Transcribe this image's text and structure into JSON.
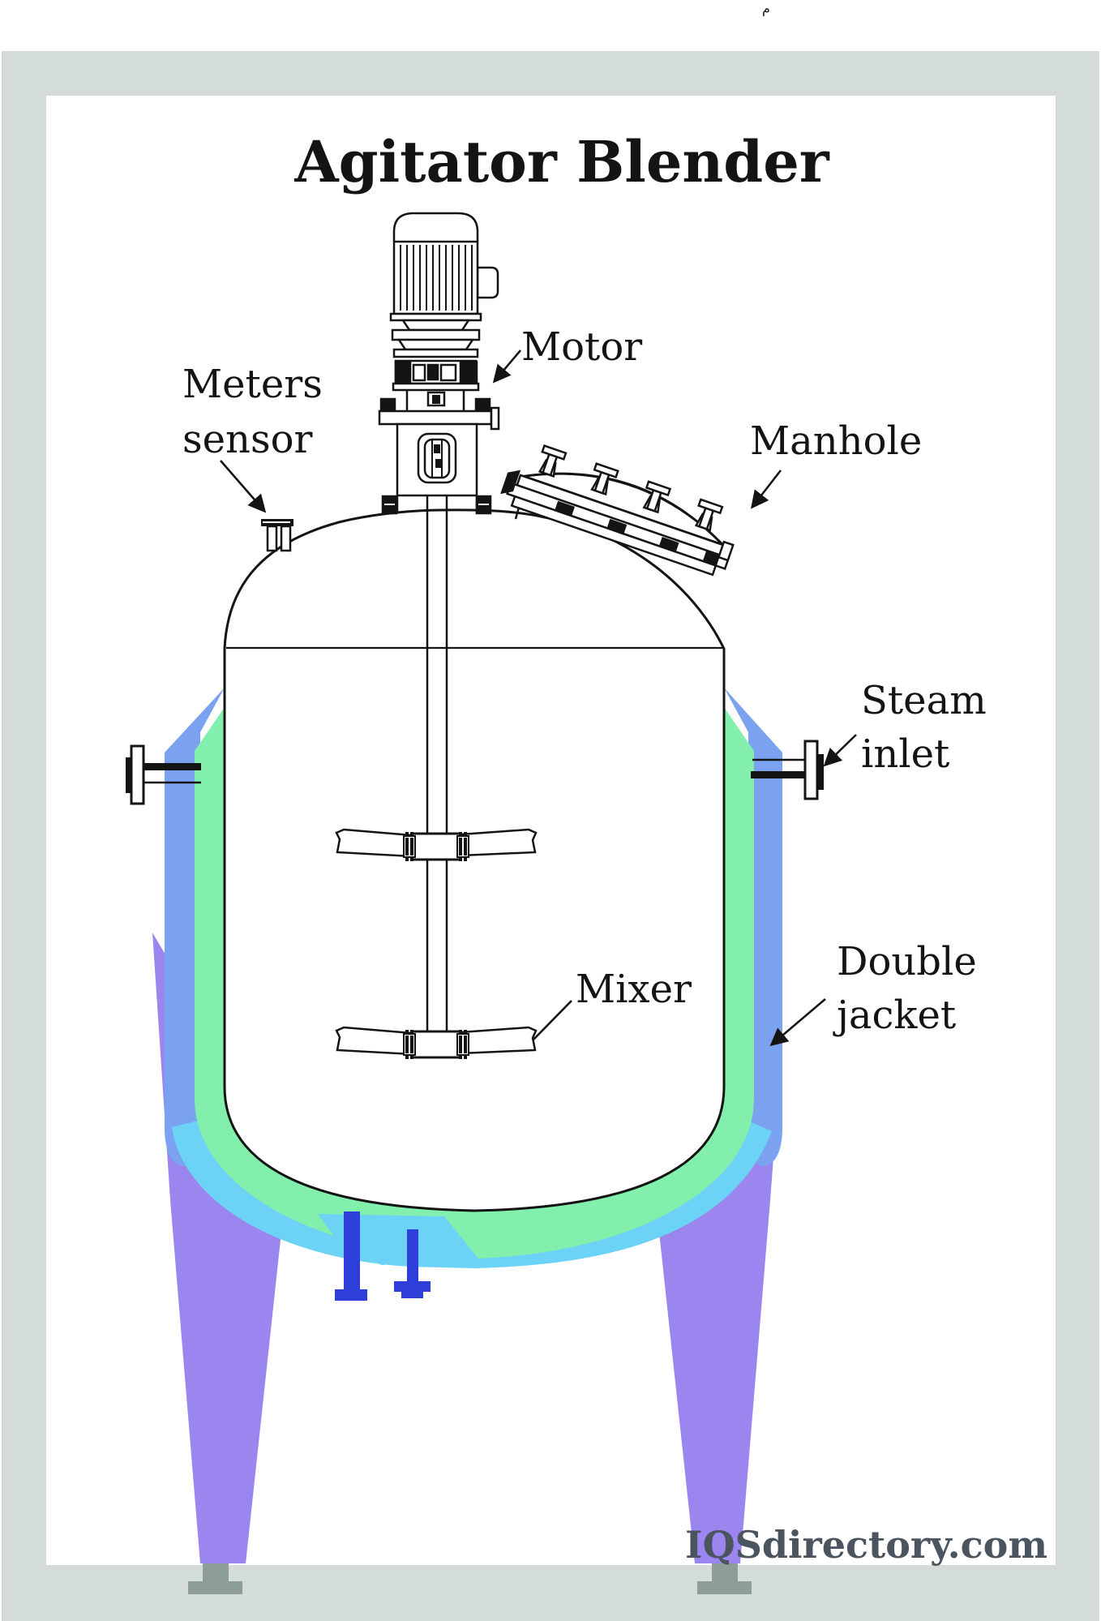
{
  "window": {
    "top_glyph": "م"
  },
  "header": {
    "title": "Agitator Blender"
  },
  "labels": {
    "meters_sensor": {
      "line1": "Meters",
      "line2": "sensor"
    },
    "motor": {
      "text": "Motor"
    },
    "manhole": {
      "text": "Manhole"
    },
    "steam_inlet": {
      "line1": "Steam",
      "line2": "inlet"
    },
    "mixer": {
      "text": "Mixer"
    },
    "double_jacket": {
      "line1": "Double",
      "line2": "jacket"
    }
  },
  "footer": {
    "watermark": "IQSdirectory.com"
  },
  "colors": {
    "frame": "#d3dcd8",
    "card": "#ffffff",
    "ink": "#141414",
    "jacket_outer": "#7ba2f0",
    "jacket_inner": "#82efac",
    "insulation": "#6cd3f6",
    "legs": "#9b85ef",
    "outlet": "#2e3fd9",
    "feet": "#8d9e99",
    "watermark": "#4b5560"
  }
}
